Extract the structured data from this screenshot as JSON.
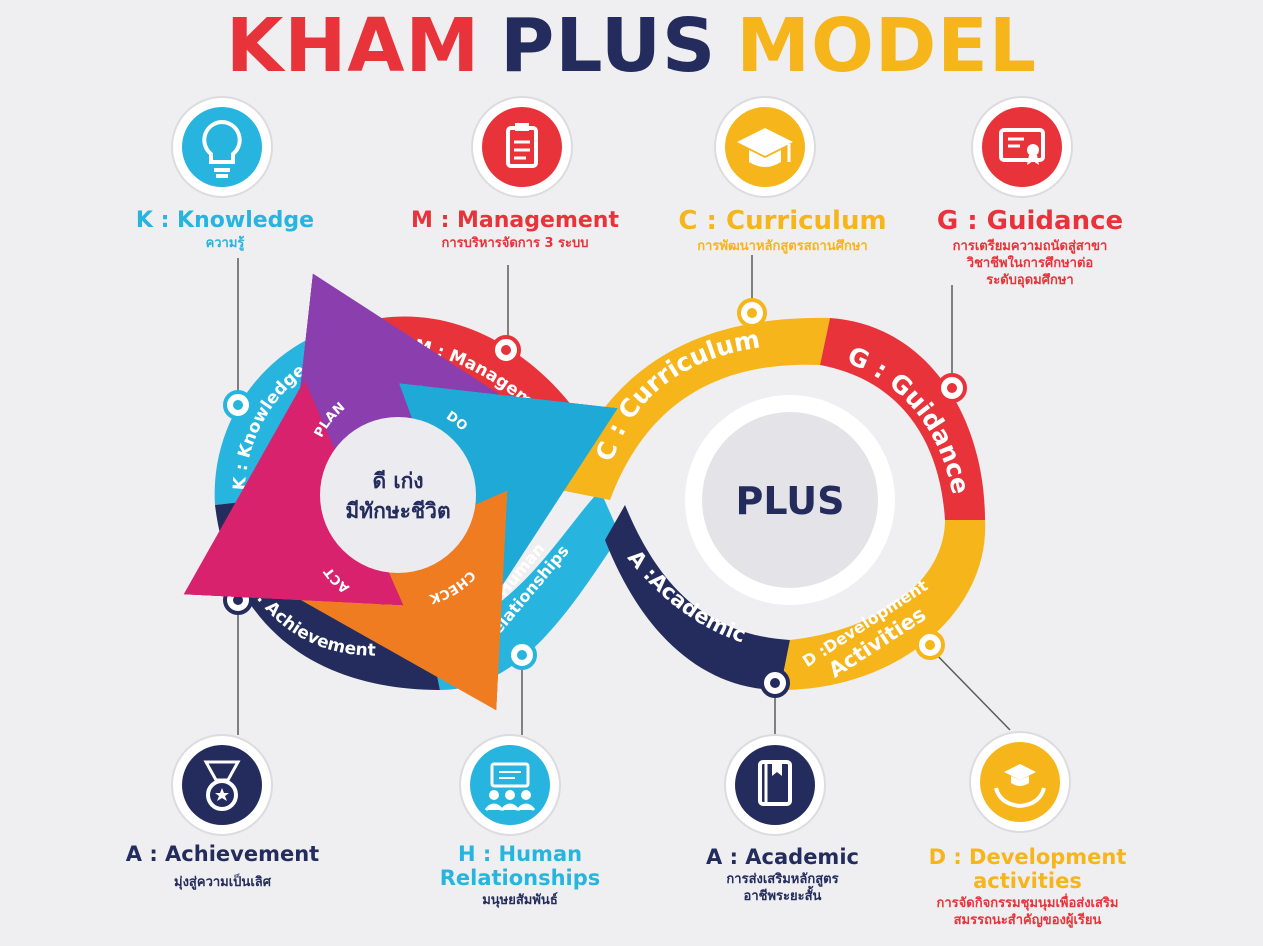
{
  "title": {
    "part1": "KHAM",
    "part2": "PLUS",
    "part3": "MODEL"
  },
  "colors": {
    "red": "#e8333b",
    "navy": "#232c5c",
    "yellow": "#f6b51a",
    "cyan": "#27b4de",
    "purple": "#8b3fae",
    "gray_bg": "#efeff1"
  },
  "top_items": [
    {
      "id": "knowledge",
      "icon": "lightbulb-icon",
      "heading": "K : Knowledge",
      "sub": [
        "ความรู้"
      ]
    },
    {
      "id": "management",
      "icon": "clipboard-icon",
      "heading": "M : Management",
      "sub": [
        "การบริหารจัดการ 3 ระบบ"
      ]
    },
    {
      "id": "curriculum",
      "icon": "graduation-cap-icon",
      "heading": "C : Curriculum",
      "sub": [
        "การพัฒนาหลักสูตรสถานศึกษา"
      ]
    },
    {
      "id": "guidance",
      "icon": "certificate-icon",
      "heading": "G : Guidance",
      "sub": [
        "การเตรียมความถนัดสู่สาขา",
        "วิชาชีพในการศึกษาต่อ",
        "ระดับอุดมศึกษา"
      ]
    }
  ],
  "bottom_items": [
    {
      "id": "achievement",
      "icon": "medal-icon",
      "heading": [
        "A : Achievement"
      ],
      "sub": [
        "มุ่งสู่ความเป็นเลิศ"
      ]
    },
    {
      "id": "human",
      "icon": "meeting-icon",
      "heading": [
        "H : Human",
        "Relationships"
      ],
      "sub": [
        "มนุษยสัมพันธ์"
      ]
    },
    {
      "id": "academic",
      "icon": "book-icon",
      "heading": [
        "A : Academic"
      ],
      "sub": [
        "การส่งเสริมหลักสูตร",
        "อาชีพระยะสั้น"
      ]
    },
    {
      "id": "development",
      "icon": "hands-cap-icon",
      "heading": [
        "D : Development",
        "activities"
      ],
      "sub": [
        "การจัดกิจกรรมชุมนุมเพื่อส่งเสริม",
        "สมรรถนะสำคัญของผู้เรียน"
      ]
    }
  ],
  "loop_labels": {
    "knowledge": "K : Knowledge",
    "management": "M : Management",
    "achievement": "A : Achievement",
    "human": [
      "H : Human",
      "Relationships"
    ],
    "curriculum": "C : Curriculum",
    "guidance": "G : Guidance",
    "academic": "A :Academic",
    "development": [
      "D :Development",
      "Activities"
    ]
  },
  "pdca": {
    "plan": "PLAN",
    "do": "DO",
    "check": "CHECK",
    "act": "ACT"
  },
  "left_center": [
    "ดี เก่ง",
    "มีทักษะชีวิต"
  ],
  "right_center": "PLUS"
}
